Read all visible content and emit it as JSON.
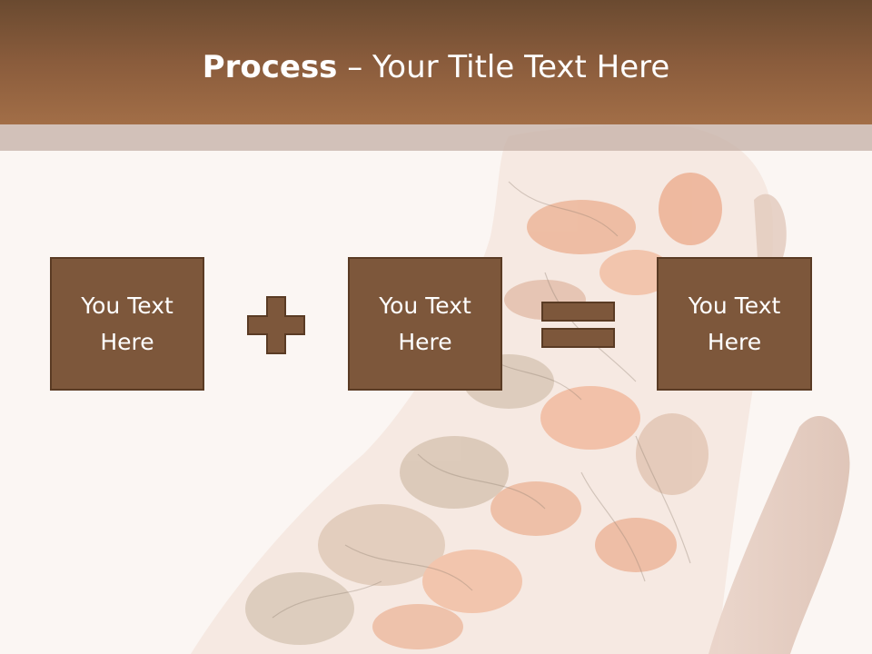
{
  "title": {
    "bold": "Process",
    "rest": " – Your Title Text Here"
  },
  "boxes": [
    {
      "line1": "You Text",
      "line2": "Here"
    },
    {
      "line1": "You Text",
      "line2": "Here"
    },
    {
      "line1": "You Text",
      "line2": "Here"
    }
  ],
  "operators": {
    "first": "plus-icon",
    "second": "equals-icon"
  },
  "colors": {
    "title_bar_top": "#6a4a30",
    "title_bar_bottom": "#a26e47",
    "box_fill": "#7d573b",
    "box_border": "#5a3b24",
    "background": "#fbf6f3"
  }
}
